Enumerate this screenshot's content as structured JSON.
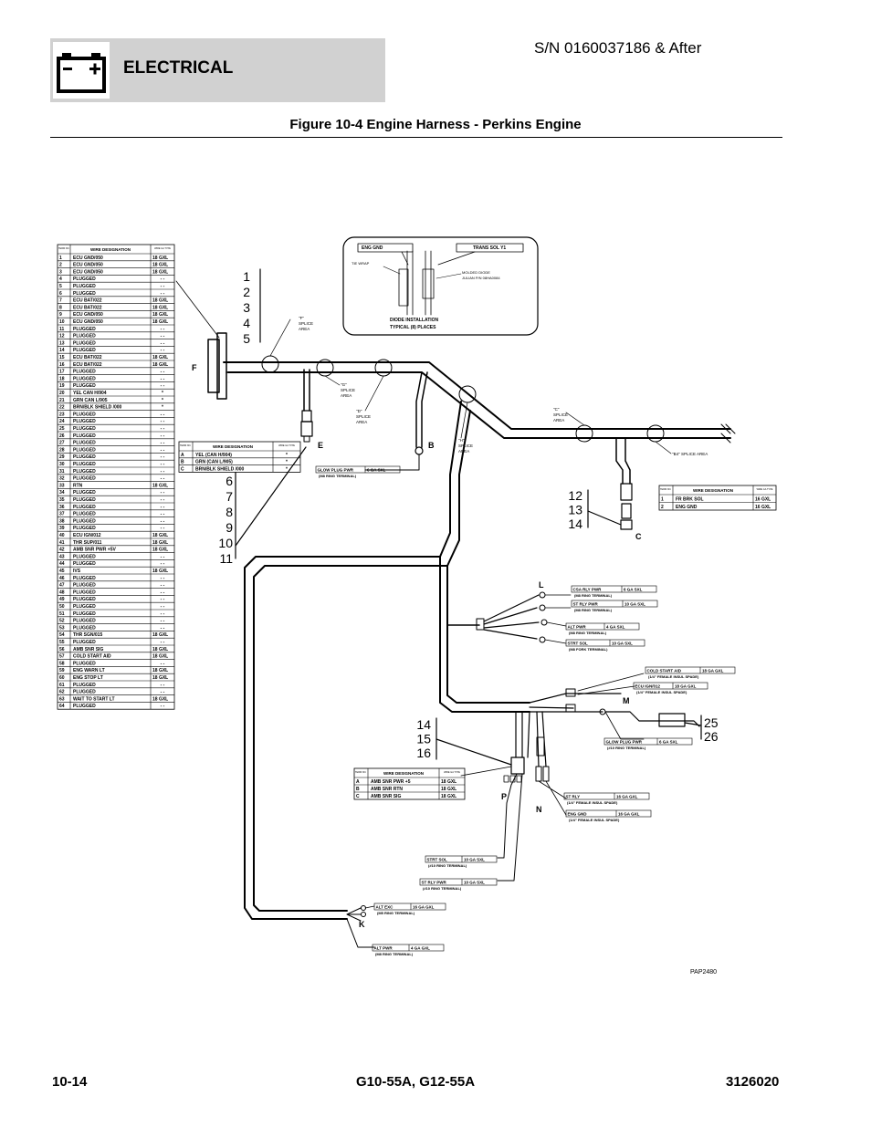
{
  "header": {
    "section_title": "ELECTRICAL",
    "serial": "S/N 0160037186 & After"
  },
  "figure": {
    "title": "Figure 10-4 Engine Harness - Perkins Engine"
  },
  "footer": {
    "page": "10-14",
    "models": "G10-55A, G12-55A",
    "doc_number": "3126020"
  },
  "diagram": {
    "ref_code": "PAP2480",
    "connector_labels": [
      "F",
      "E",
      "B",
      "C",
      "L",
      "M",
      "P",
      "N",
      "K"
    ],
    "callouts": {
      "f_group": [
        "1",
        "2",
        "3",
        "4",
        "5"
      ],
      "e_group": [
        "6",
        "7",
        "8",
        "9",
        "10",
        "11"
      ],
      "c_group": [
        "12",
        "13",
        "14"
      ],
      "p_group": [
        "14",
        "15",
        "16"
      ],
      "m_group": [
        "25",
        "26"
      ]
    },
    "splices": {
      "f": "\"F\"",
      "f_word": "SPLICE",
      "f_area": "AREA",
      "g": "\"G\"",
      "g_word": "SPLICE",
      "g_area": "AREA",
      "d": "\"D\"",
      "d_word": "SPLICE",
      "d_area": "AREA",
      "h": "\"H\"",
      "h_word": "SPLICE",
      "h_area": "AREA",
      "c": "\"C\"",
      "c_word": "SPLICE",
      "c_area": "AREA",
      "b4": "\"B4\" SPLICE AREA"
    },
    "inset": {
      "eng_gnd": "ENG GND",
      "trans_sol": "TRANS SOL Y1",
      "tie_wrap": "TIE WRAP",
      "molded_diode": "MOLDED DIODE",
      "julian": "JULIAN P/N 08HA0084",
      "title1": "DIODE INSTALLATION",
      "title2": "TYPICAL (8) PLACES"
    },
    "table_f": {
      "h_pin": "TERM NO.",
      "h_desig": "WIRE DESIGNATION",
      "h_size": "WIRE GA TYPE",
      "rows": [
        [
          "1",
          "ECU GND/050",
          "18 GXL"
        ],
        [
          "2",
          "ECU GND/050",
          "18 GXL"
        ],
        [
          "3",
          "ECU GND/050",
          "18 GXL"
        ],
        [
          "4",
          "PLUGGED",
          "- -"
        ],
        [
          "5",
          "PLUGGED",
          "- -"
        ],
        [
          "6",
          "PLUGGED",
          "- -"
        ],
        [
          "7",
          "ECU BAT/022",
          "18 GXL"
        ],
        [
          "8",
          "ECU BAT/022",
          "18 GXL"
        ],
        [
          "9",
          "ECU GND/050",
          "18 GXL"
        ],
        [
          "10",
          "ECU GND/050",
          "18 GXL"
        ],
        [
          "11",
          "PLUGGED",
          "- -"
        ],
        [
          "12",
          "PLUGGED",
          "- -"
        ],
        [
          "13",
          "PLUGGED",
          "- -"
        ],
        [
          "14",
          "PLUGGED",
          "- -"
        ],
        [
          "15",
          "ECU BAT/022",
          "18 GXL"
        ],
        [
          "16",
          "ECU BAT/022",
          "18 GXL"
        ],
        [
          "17",
          "PLUGGED",
          "- -"
        ],
        [
          "18",
          "PLUGGED",
          "- -"
        ],
        [
          "19",
          "PLUGGED",
          "- -"
        ],
        [
          "20",
          "YEL CAN H/904",
          "*"
        ],
        [
          "21",
          "GRN CAN L/905",
          "*"
        ],
        [
          "22",
          "BRN/BLK SHIELD /000",
          "*"
        ],
        [
          "23",
          "PLUGGED",
          "- -"
        ],
        [
          "24",
          "PLUGGED",
          "- -"
        ],
        [
          "25",
          "PLUGGED",
          "- -"
        ],
        [
          "26",
          "PLUGGED",
          "- -"
        ],
        [
          "27",
          "PLUGGED",
          "- -"
        ],
        [
          "28",
          "PLUGGED",
          "- -"
        ],
        [
          "29",
          "PLUGGED",
          "- -"
        ],
        [
          "30",
          "PLUGGED",
          "- -"
        ],
        [
          "31",
          "PLUGGED",
          "- -"
        ],
        [
          "32",
          "PLUGGED",
          "- -"
        ],
        [
          "33",
          "RTN",
          "18 GXL"
        ],
        [
          "34",
          "PLUGGED",
          "- -"
        ],
        [
          "35",
          "PLUGGED",
          "- -"
        ],
        [
          "36",
          "PLUGGED",
          "- -"
        ],
        [
          "37",
          "PLUGGED",
          "- -"
        ],
        [
          "38",
          "PLUGGED",
          "- -"
        ],
        [
          "39",
          "PLUGGED",
          "- -"
        ],
        [
          "40",
          "ECU IGN/012",
          "18 GXL"
        ],
        [
          "41",
          "THR SUP/011",
          "18 GXL"
        ],
        [
          "42",
          "AMB SNR PWR +5V",
          "18 GXL"
        ],
        [
          "43",
          "PLUGGED",
          "- -"
        ],
        [
          "44",
          "PLUGGED",
          "- -"
        ],
        [
          "45",
          "IVS",
          "18 GXL"
        ],
        [
          "46",
          "PLUGGED",
          "- -"
        ],
        [
          "47",
          "PLUGGED",
          "- -"
        ],
        [
          "48",
          "PLUGGED",
          "- -"
        ],
        [
          "49",
          "PLUGGED",
          "- -"
        ],
        [
          "50",
          "PLUGGED",
          "- -"
        ],
        [
          "51",
          "PLUGGED",
          "- -"
        ],
        [
          "52",
          "PLUGGED",
          "- -"
        ],
        [
          "53",
          "PLUGGED",
          "- -"
        ],
        [
          "54",
          "THR SGN/015",
          "18 GXL"
        ],
        [
          "55",
          "PLUGGED",
          "- -"
        ],
        [
          "56",
          "AMB SNR SIG",
          "18 GXL"
        ],
        [
          "57",
          "COLD START AID",
          "18 GXL"
        ],
        [
          "58",
          "PLUGGED",
          "- -"
        ],
        [
          "59",
          "ENG WARN LT",
          "18 GXL"
        ],
        [
          "60",
          "ENG STOP LT",
          "18 GXL"
        ],
        [
          "61",
          "PLUGGED",
          "- -"
        ],
        [
          "62",
          "PLUGGED",
          "- -"
        ],
        [
          "63",
          "WAIT TO START LT",
          "18 GXL"
        ],
        [
          "64",
          "PLUGGED",
          "- -"
        ]
      ]
    },
    "table_e": {
      "h_pin": "TERM NO.",
      "h_desig": "WIRE DESIGNATION",
      "h_size": "WIRE GA TYPE",
      "rows": [
        [
          "A",
          "YEL (CAN H/904)",
          "*"
        ],
        [
          "B",
          "GRN (CAN L/905)",
          "*"
        ],
        [
          "C",
          "BRN/BLK SHIELD /000",
          "*"
        ]
      ]
    },
    "table_c": {
      "h_pin": "TERM NO.",
      "h_desig": "WIRE DESIGNATION",
      "h_size": "WIRE GA TYPE",
      "rows": [
        [
          "1",
          "FR BRK SOL",
          "16 GXL"
        ],
        [
          "2",
          "ENG GND",
          "16 GXL"
        ]
      ]
    },
    "table_p": {
      "h_pin": "TERM NO.",
      "h_desig": "WIRE DESIGNATION",
      "h_size": "WIRE GA TYPE",
      "rows": [
        [
          "A",
          "AMB SNR PWR +5",
          "18 GXL"
        ],
        [
          "B",
          "AMB SNR RTN",
          "18 GXL"
        ],
        [
          "C",
          "AMB SNR SIG",
          "18 GXL"
        ]
      ]
    },
    "wire_labels": {
      "glow_b": {
        "name": "GLOW PLUG PWR",
        "size": "6 GA SXL",
        "term": "(M8 RING TERMINAL)"
      },
      "csa": {
        "name": "CSA RLY PWR",
        "size": "6 GA SXL",
        "term": "(M8 RING TERMINAL)"
      },
      "strly_l": {
        "name": "ST RLY PWR",
        "size": "10 GA SXL",
        "term": "(M8 RING TERMINAL)"
      },
      "alt_l": {
        "name": "ALT PWR",
        "size": "4 GA SXL",
        "term": "(M8 RING TERMINAL)"
      },
      "strtsol_l": {
        "name": "STRT SOL",
        "size": "10 GA SXL",
        "term": "(M8 FORK TERMINAL)"
      },
      "cold": {
        "name": "COLD START AID",
        "size": "18 GA GXL",
        "term": "(1/4\" FEMALE INSUL SPADE)"
      },
      "ecuign": {
        "name": "ECU IGN/012",
        "size": "18 GA GXL",
        "term": "(1/4\" FEMALE INSUL SPADE)"
      },
      "glow_m": {
        "name": "GLOW PLUG PWR",
        "size": "6 GA SXL",
        "term": "(#10 RING TERMINAL)"
      },
      "strly_n": {
        "name": "ST RLY",
        "size": "16 GA GXL",
        "term": "(1/4\" FEMALE INSUL SPADE)"
      },
      "enggnd_n": {
        "name": "ENG GND",
        "size": "16 GA GXL",
        "term": "(1/4\" FEMALE INSUL SPADE)"
      },
      "strtsol_k": {
        "name": "STRT SOL",
        "size": "10 GA SXL",
        "term": "(#10 RING TERMINAL)"
      },
      "strly_k": {
        "name": "ST RLY PWR",
        "size": "10 GA SXL",
        "term": "(#10 RING TERMINAL)"
      },
      "altexc": {
        "name": "ALT EXC",
        "size": "16 GA GXL",
        "term": "(M5 RING TERMINAL)"
      },
      "altpwr_k": {
        "name": "ALT PWR",
        "size": "4 GA GXL",
        "term": "(M8 RING TERMINAL)"
      }
    }
  },
  "colors": {
    "header_band": "#d1d1d1",
    "ink": "#000000"
  }
}
